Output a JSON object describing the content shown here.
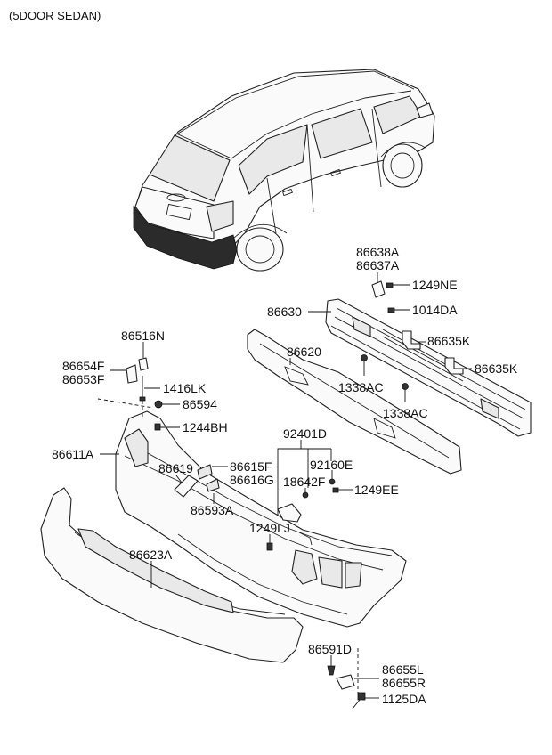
{
  "title": "(5DOOR SEDAN)",
  "labels": {
    "p86638A": "86638A",
    "p86637A": "86637A",
    "p1249NE": "1249NE",
    "p86630": "86630",
    "p1014DA": "1014DA",
    "p86635K_1": "86635K",
    "p86635K_2": "86635K",
    "p86620": "86620",
    "p1338AC_1": "1338AC",
    "p1338AC_2": "1338AC",
    "p86516N": "86516N",
    "p86654F": "86654F",
    "p86653F": "86653F",
    "p1416LK": "1416LK",
    "p86594": "86594",
    "p1244BH": "1244BH",
    "p86611A": "86611A",
    "p86619": "86619",
    "p86615F": "86615F",
    "p86616G": "86616G",
    "p86593A": "86593A",
    "p92401D": "92401D",
    "p92160E": "92160E",
    "p18642F": "18642F",
    "p1249EE": "1249EE",
    "p1249LJ": "1249LJ",
    "p86623A": "86623A",
    "p86591D": "86591D",
    "p86655L": "86655L",
    "p86655R": "86655R",
    "p1125DA": "1125DA"
  }
}
